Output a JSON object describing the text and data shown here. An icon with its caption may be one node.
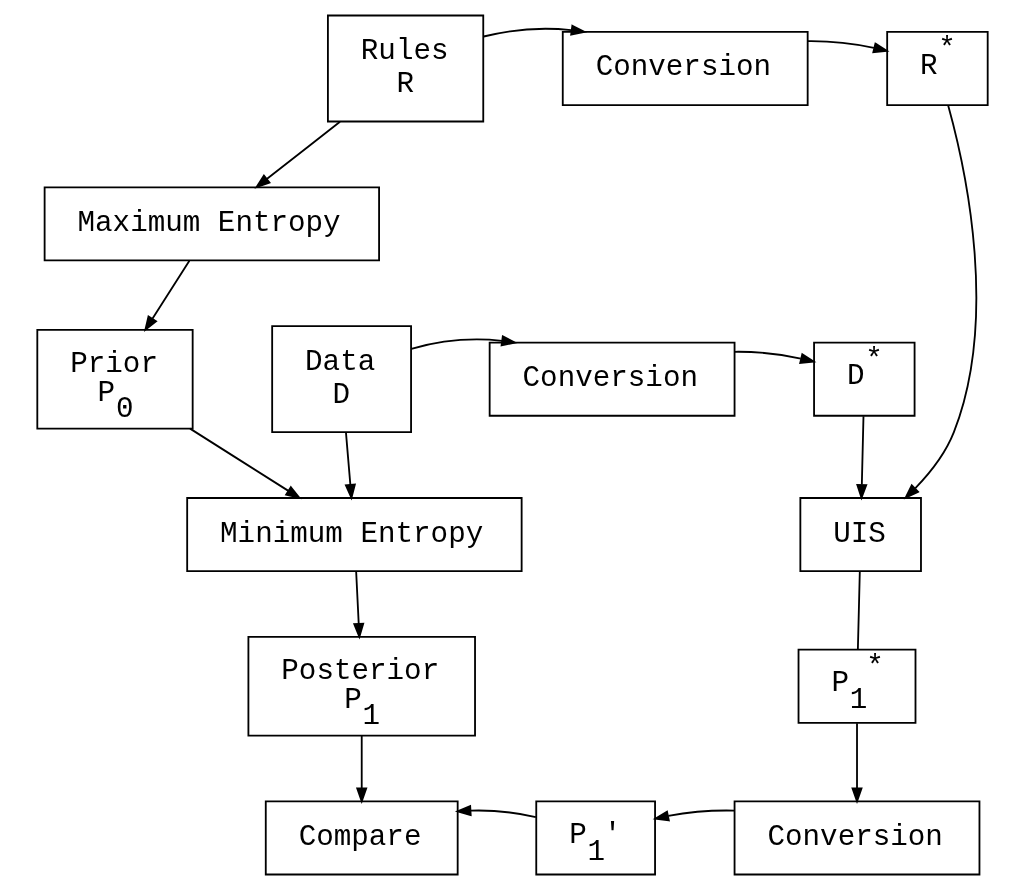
{
  "diagram": {
    "nodes": [
      {
        "text": [
          "Rules",
          "R"
        ]
      },
      {
        "text": [
          "Conversion"
        ]
      },
      {
        "text": [
          "R$^{*}$"
        ]
      },
      {
        "text": [
          "Maximum Entropy"
        ]
      },
      {
        "text": [
          "Prior",
          "P$_{0}$"
        ]
      },
      {
        "text": [
          "Data",
          "D"
        ]
      },
      {
        "text": [
          "Conversion"
        ]
      },
      {
        "text": [
          "D$^{*}$"
        ]
      },
      {
        "text": [
          "Minimum Entropy"
        ]
      },
      {
        "text": [
          "UIS"
        ]
      },
      {
        "text": [
          "Posterior",
          "P$_{1}$"
        ]
      },
      {
        "text": [
          "P$_{1}$$^{*}$"
        ]
      },
      {
        "text": [
          "Compare"
        ]
      },
      {
        "text": [
          "P$_{1}$'"
        ]
      },
      {
        "text": [
          "Conversion"
        ]
      }
    ],
    "edges": [
      {
        "from": 0,
        "to": 1,
        "arrow": "to"
      },
      {
        "from": 1,
        "to": 2,
        "arrow": "to"
      },
      {
        "from": 0,
        "to": 3,
        "arrow": "to"
      },
      {
        "from": 3,
        "to": 4,
        "arrow": "to"
      },
      {
        "from": 5,
        "to": 6,
        "arrow": "to"
      },
      {
        "from": 6,
        "to": 7,
        "arrow": "to"
      },
      {
        "from": 4,
        "to": 8,
        "arrow": "to"
      },
      {
        "from": 5,
        "to": 8,
        "arrow": "to"
      },
      {
        "from": 2,
        "to": 9,
        "arrow": "to"
      },
      {
        "from": 7,
        "to": 9,
        "arrow": "to"
      },
      {
        "from": 8,
        "to": 10,
        "arrow": "to"
      },
      {
        "from": 9,
        "to": 11,
        "arrow": "none"
      },
      {
        "from": 10,
        "to": 12,
        "arrow": "to"
      },
      {
        "from": 11,
        "to": 14,
        "arrow": "to"
      },
      {
        "from": 14,
        "to": 13,
        "arrow": "to"
      },
      {
        "from": 13,
        "to": 12,
        "arrow": "to"
      }
    ]
  }
}
